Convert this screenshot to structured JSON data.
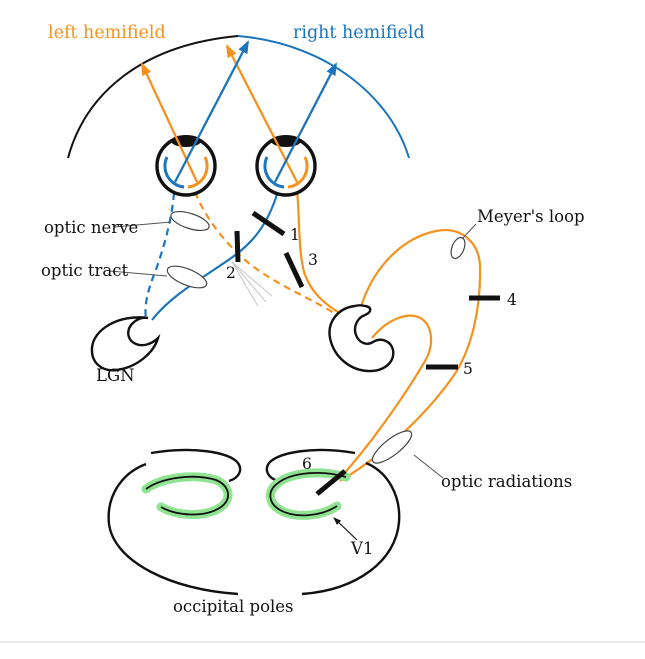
{
  "diagram": {
    "title": "visual-pathway-diagram",
    "labels": {
      "left_hemifield": "left hemifield",
      "right_hemifield": "right hemifield",
      "optic_nerve": "optic nerve",
      "optic_tract": "optic tract",
      "lgn": "LGN",
      "meyers_loop": "Meyer's loop",
      "optic_radiations": "optic radiations",
      "v1": "V1",
      "occipital_poles": "occipital poles"
    },
    "lesion_sites": [
      "1",
      "2",
      "3",
      "4",
      "5",
      "6"
    ],
    "colors": {
      "left_hemifield_orange": "#F5921E",
      "right_hemifield_blue": "#1B75BC",
      "v1_green": "#8FE391",
      "outline_black": "#111111",
      "callout_gray": "#555555",
      "hatch_gray": "#c8c8c8",
      "rule_gray": "#e2e2e2"
    }
  }
}
